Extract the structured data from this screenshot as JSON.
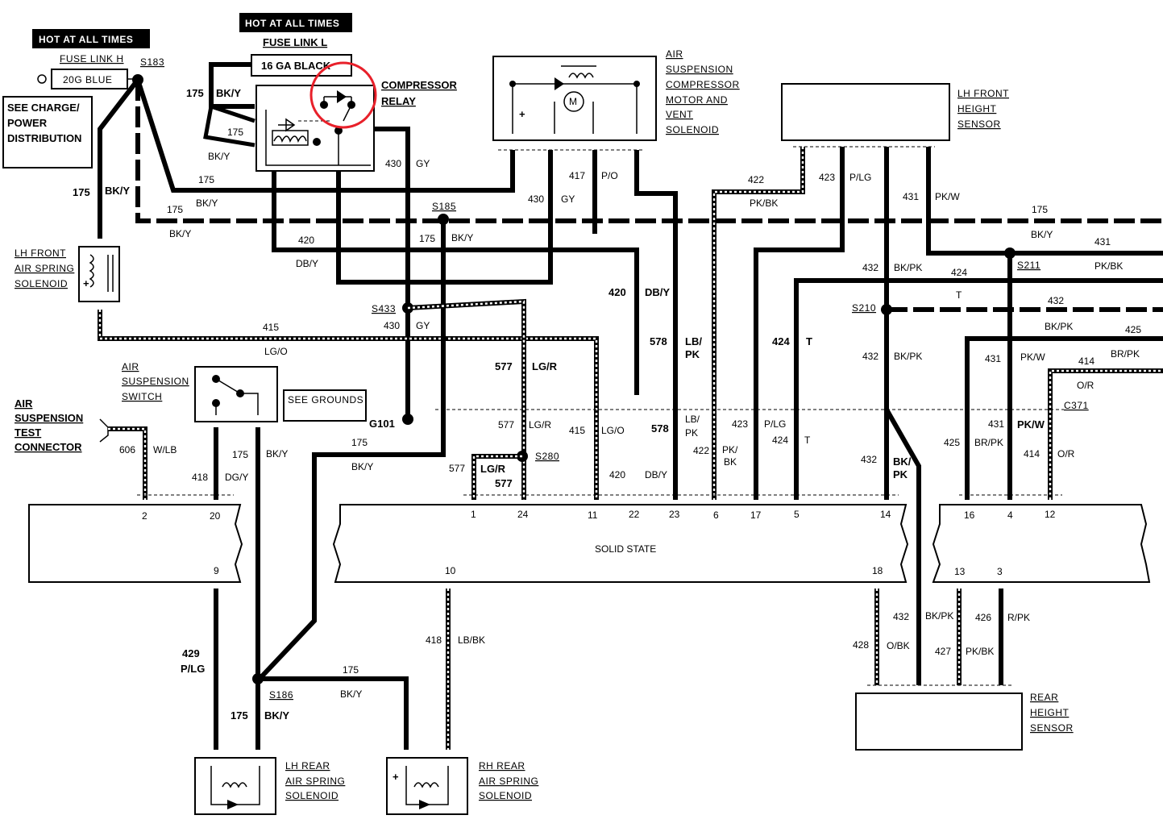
{
  "hot_labels": {
    "left": "HOT AT ALL TIMES",
    "top": "HOT AT ALL TIMES"
  },
  "fuse_links": {
    "h": {
      "name": "FUSE LINK H",
      "rating": "20G BLUE",
      "splice": "S183"
    },
    "l": {
      "name": "FUSE LINK L",
      "rating": "16 GA BLACK"
    }
  },
  "components": {
    "charge": [
      "SEE CHARGE/",
      "POWER",
      "DISTRIBUTION"
    ],
    "compressor_relay": [
      "COMPRESSOR",
      "RELAY"
    ],
    "compressor_motor": [
      "AIR",
      "SUSPENSION",
      "COMPRESSOR",
      "MOTOR AND",
      "VENT",
      "SOLENOID"
    ],
    "lh_front_height": [
      "LH FRONT",
      "HEIGHT",
      "SENSOR"
    ],
    "lh_front_spring": [
      "LH FRONT",
      "AIR SPRING",
      "SOLENOID"
    ],
    "switch": [
      "AIR",
      "SUSPENSION",
      "SWITCH"
    ],
    "grounds": "SEE GROUNDS",
    "test_connector": [
      "AIR",
      "SUSPENSION",
      "TEST",
      "CONNECTOR"
    ],
    "module": "SOLID STATE",
    "rear_height": [
      "REAR",
      "HEIGHT",
      "SENSOR"
    ],
    "lh_rear_spring": [
      "LH REAR",
      "AIR SPRING",
      "SOLENOID"
    ],
    "rh_rear_spring": [
      "RH REAR",
      "AIR SPRING",
      "SOLENOID"
    ]
  },
  "splices": {
    "s185": "S185",
    "s433": "S433",
    "g101": "G101",
    "s280": "S280",
    "s186": "S186",
    "s210": "S210",
    "s211": "S211",
    "c371": "C371"
  },
  "wires": {
    "w175a": "175",
    "c175a": "BK/Y",
    "w175b": "175",
    "c175b": "BK/Y",
    "w175c": "175",
    "c175c": "BK/Y",
    "w175d": "175",
    "c175d": "BK/Y",
    "w175e": "175",
    "c175e": "BK/Y",
    "w175f": "175",
    "c175f": "BK/Y",
    "w175g": "175",
    "c175g": "BK/Y",
    "w175h": "175",
    "c175h": "BK/Y",
    "w175i": "175",
    "c175i": "BK/Y",
    "w175j": "175",
    "c175j": "BK/Y",
    "w175k": "175",
    "w430a": "430",
    "c430a": "GY",
    "w430b": "430",
    "c430b": "GY",
    "w430c": "430",
    "c430c": "GY",
    "w420a": "420",
    "c420a": "DB/Y",
    "w420b": "420",
    "c420b": "DB/Y",
    "w420c": "420",
    "c420c": "DB/Y",
    "w417": "417",
    "c417": "P/O",
    "w415a": "415",
    "c415a": "LG/O",
    "w415b": "415",
    "c415b": "LG/O",
    "w577a": "577",
    "c577a": "LG/R",
    "w577b": "577",
    "c577b": "LG/R",
    "w577c": "577",
    "c577c": "LG/R",
    "w577d": "577",
    "w578a": "578",
    "c578a": "LB/",
    "c578a2": "PK",
    "w578b": "578",
    "c578b": "LB/",
    "c578b2": "PK",
    "w422a": "422",
    "c422a": "PK/BK",
    "w422b": "422",
    "c422b": "PK/",
    "c422b2": "BK",
    "w423a": "423",
    "c423a": "P/LG",
    "w423b": "423",
    "c423b": "P/LG",
    "w424a": "424",
    "c424a": "T",
    "w424b": "424",
    "c424b": "T",
    "w424c": "424",
    "c424c": "T",
    "w431a": "431",
    "c431a": "PK/W",
    "w431b": "431",
    "c431b": "PK/BK",
    "w431c": "431",
    "c431c": "PK/W",
    "w431d": "431",
    "c431d": "PK/W",
    "w432a": "432",
    "c432a": "BK/PK",
    "w432b": "432",
    "c432b": "BK/PK",
    "w432c": "432",
    "c432c": "BK/PK",
    "w432d": "432",
    "c432d": "BK/",
    "c432d2": "PK",
    "w432e": "432",
    "c432e": "BK/PK",
    "w425a": "425",
    "c425a": "BR/PK",
    "w425b": "425",
    "c425b": "BR/PK",
    "w414a": "414",
    "c414a": "O/R",
    "w414b": "414",
    "c414b": "O/R",
    "w606": "606",
    "c606": "W/LB",
    "w418a": "418",
    "c418a": "DG/Y",
    "w418b": "418",
    "c418b": "LB/BK",
    "w429": "429",
    "c429": "P/LG",
    "w428": "428",
    "c428": "O/BK",
    "w427": "427",
    "c427": "PK/BK",
    "w426": "426",
    "c426": "R/PK"
  },
  "pins": {
    "left": [
      "2",
      "20",
      "9"
    ],
    "main": [
      "1",
      "24",
      "11",
      "22",
      "23",
      "6",
      "17",
      "5",
      "14",
      "10",
      "18"
    ],
    "right": [
      "16",
      "4",
      "12",
      "13",
      "3"
    ]
  },
  "highlight_color": "#e8202a"
}
